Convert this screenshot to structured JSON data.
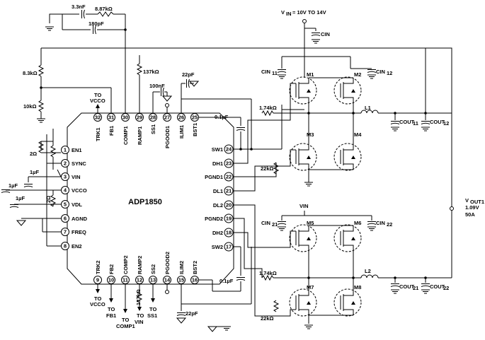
{
  "chip": {
    "name": "ADP1850"
  },
  "supply": {
    "vin": "V",
    "vin_sub": "IN",
    "vin_range": " = 10V TO 14V",
    "cin": "CIN",
    "vin_top2": "VIN"
  },
  "output": {
    "name": "V",
    "name_sub": "OUT1",
    "voltage": "1.09V",
    "current": "50A"
  },
  "pins_left": [
    {
      "num": "1",
      "name": "EN1"
    },
    {
      "num": "2",
      "name": "SYNC"
    },
    {
      "num": "3",
      "name": "VIN"
    },
    {
      "num": "4",
      "name": "VCCO"
    },
    {
      "num": "5",
      "name": "VDL"
    },
    {
      "num": "6",
      "name": "AGND"
    },
    {
      "num": "7",
      "name": "FREQ"
    },
    {
      "num": "8",
      "name": "EN2"
    }
  ],
  "pins_right": [
    {
      "num": "24",
      "name": "SW1"
    },
    {
      "num": "23",
      "name": "DH1"
    },
    {
      "num": "22",
      "name": "PGND1"
    },
    {
      "num": "21",
      "name": "DL1"
    },
    {
      "num": "20",
      "name": "DL2"
    },
    {
      "num": "19",
      "name": "PGND2"
    },
    {
      "num": "18",
      "name": "DH2"
    },
    {
      "num": "17",
      "name": "SW2"
    }
  ],
  "pins_top": [
    {
      "num": "32",
      "name": "TRK1"
    },
    {
      "num": "31",
      "name": "FB1"
    },
    {
      "num": "30",
      "name": "COMP1"
    },
    {
      "num": "29",
      "name": "RAMP1"
    },
    {
      "num": "28",
      "name": "SS1"
    },
    {
      "num": "27",
      "name": "PGOOD1"
    },
    {
      "num": "26",
      "name": "ILIM1"
    },
    {
      "num": "25",
      "name": "BST1"
    }
  ],
  "pins_bottom": [
    {
      "num": "9",
      "name": "TRK2"
    },
    {
      "num": "10",
      "name": "FB2"
    },
    {
      "num": "11",
      "name": "COMP2"
    },
    {
      "num": "12",
      "name": "RAMP2"
    },
    {
      "num": "13",
      "name": "SS2"
    },
    {
      "num": "14",
      "name": "PGOOD2"
    },
    {
      "num": "15",
      "name": "ILIM2"
    },
    {
      "num": "16",
      "name": "BST2"
    }
  ],
  "components": {
    "c_3n3": "3.3nF",
    "r_8k87": "8.87kΩ",
    "c_180p": "180pF",
    "r_8k3": "8.3kΩ",
    "r_10k": "10kΩ",
    "r_137k": "137kΩ",
    "c_22p_top": "22pF",
    "c_100n": "100nF",
    "c_0u1_top": "0.1µF",
    "r_1k74_top": "1.74kΩ",
    "r_22k_top": "22kΩ",
    "r_2_a": "2Ω",
    "r_2_b": "2Ω",
    "c_1u_a": "1µF",
    "c_1u_b": "1µF",
    "c_1u_c": "1µF",
    "c_0u1_bot": "0.1µF",
    "r_1k74_bot": "1.74kΩ",
    "r_22k_bot": "22kΩ",
    "c_22p_bot": "22pF",
    "r_137k_bot": "137kΩ",
    "l1": "L1",
    "l2": "L2",
    "cin11": "CIN",
    "cin11_sub": "11",
    "cin12": "CIN",
    "cin12_sub": "12",
    "cin21": "CIN",
    "cin21_sub": "21",
    "cin22": "CIN",
    "cin22_sub": "22",
    "cout11": "COUT",
    "cout11_sub": "11",
    "cout12": "COUT",
    "cout12_sub": "12",
    "cout21": "COUT",
    "cout21_sub": "21",
    "cout22": "COUT",
    "cout22_sub": "22"
  },
  "mosfets": [
    "M1",
    "M2",
    "M3",
    "M4",
    "M5",
    "M6",
    "M7",
    "M8"
  ],
  "arrows": {
    "to_vcco_top_a": "TO",
    "to_vcco_top_b": "VCCO",
    "to_vcco_bot_a": "TO",
    "to_vcco_bot_b": "VCCO",
    "to_fb1_a": "TO",
    "to_fb1_b": "FB1",
    "to_comp1_a": "TO",
    "to_comp1_b": "COMP1",
    "to_vin_a": "TO",
    "to_vin_b": "VIN",
    "to_ss1_a": "TO",
    "to_ss1_b": "SS1"
  }
}
